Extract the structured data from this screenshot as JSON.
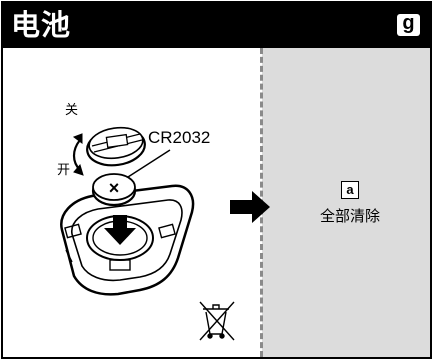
{
  "header": {
    "title": "电池",
    "badge": "g"
  },
  "illustration": {
    "close_label": "关",
    "open_label": "开",
    "battery_label": "CR2032",
    "remove_symbol": "×"
  },
  "result": {
    "button_letter": "a",
    "label": "全部清除"
  },
  "icons": [
    "rotate-arrows-icon",
    "down-arrow-icon",
    "right-arrow-icon",
    "crossed-bin-icon"
  ]
}
